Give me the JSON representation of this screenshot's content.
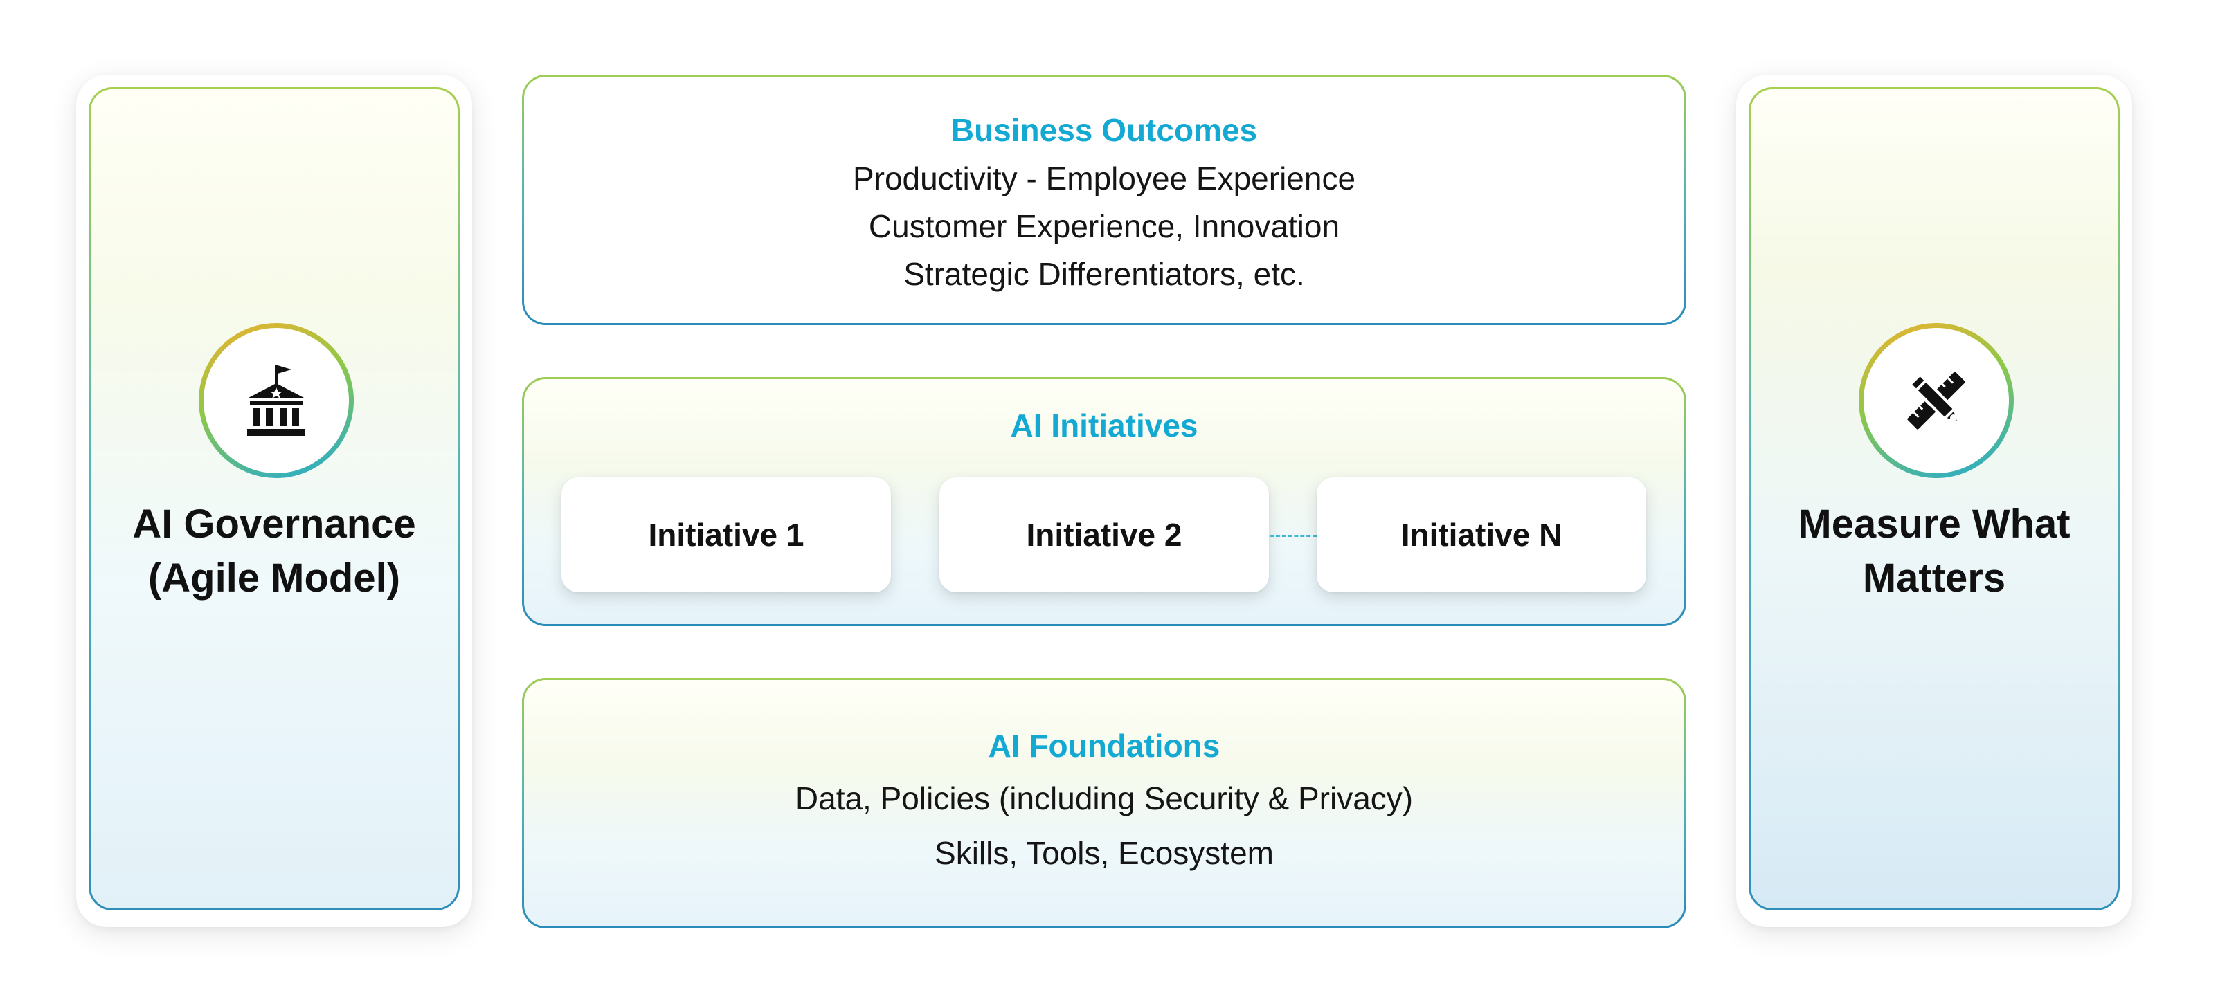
{
  "left_panel": {
    "title_line1": "AI Governance",
    "title_line2": "(Agile Model)",
    "icon": "government-building-icon"
  },
  "right_panel": {
    "title_line1": "Measure What",
    "title_line2": "Matters",
    "icon": "pencil-ruler-icon"
  },
  "business_outcomes": {
    "title": "Business Outcomes",
    "lines": [
      "Productivity - Employee Experience",
      "Customer Experience, Innovation",
      "Strategic Differentiators, etc."
    ]
  },
  "ai_initiatives": {
    "title": "AI Initiatives",
    "items": [
      "Initiative 1",
      "Initiative 2",
      "Initiative N"
    ]
  },
  "ai_foundations": {
    "title": "AI Foundations",
    "lines": [
      "Data, Policies (including Security & Privacy)",
      "Skills, Tools, Ecosystem"
    ]
  },
  "colors": {
    "accent_title": "#14a9d3",
    "gradient_green": "#a6cf4e",
    "gradient_blue": "#2f8fb9",
    "ring_orange": "#f2b12d"
  }
}
